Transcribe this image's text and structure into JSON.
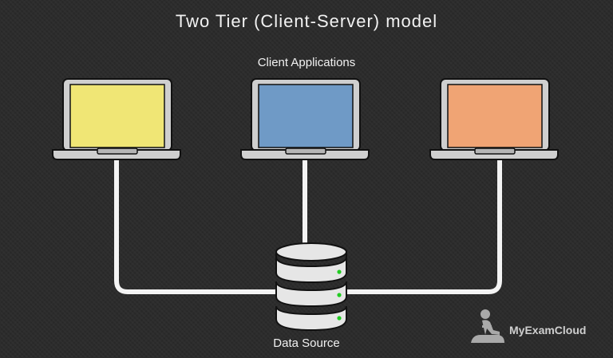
{
  "title": "Two Tier (Client-Server) model",
  "clients_label": "Client Applications",
  "server_label": "Data Source",
  "clients": [
    {
      "screen_color": "#f0e675"
    },
    {
      "screen_color": "#6f9ac6"
    },
    {
      "screen_color": "#f0a474"
    }
  ],
  "colors": {
    "background": "#2a2a2a",
    "connector": "#f4f4f4",
    "laptop_body": "#cfcfcf",
    "server_disk": "#e6e6e6",
    "led": "#22cc22"
  },
  "brand": {
    "name": "MyExamCloud",
    "icon": "person-sitting-logo-icon"
  }
}
